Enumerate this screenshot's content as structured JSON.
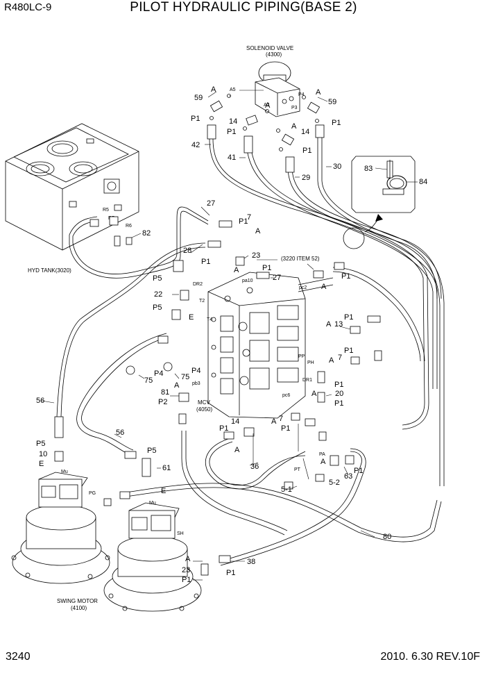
{
  "header": {
    "model": "R480LC-9",
    "title": "PILOT HYDRAULIC PIPING(BASE 2)"
  },
  "footer": {
    "page_number": "3240",
    "revision": "2010. 6.30  REV.10F"
  },
  "components": {
    "solenoid_valve_name": "SOLENOID VALVE",
    "solenoid_valve_no": "(4300)",
    "hyd_tank": "HYD TANK(3020)",
    "mcv_name": "MCV",
    "mcv_no": "(4050)",
    "swing_motor_name": "SWING MOTOR",
    "swing_motor_no": "(4100)",
    "item_ref": "(3220 ITEM 52)"
  },
  "callouts": {
    "n59a": "59",
    "n59b": "59",
    "n41": "41",
    "n42": "42",
    "n14a": "14",
    "n14b": "14",
    "n29": "29",
    "n30": "30",
    "n27a": "27",
    "n27b": "27",
    "n7a": "7",
    "n7b": "7",
    "n7c": "7",
    "n82": "82",
    "n28": "28",
    "n23a": "23",
    "n23b": "23",
    "n22": "22",
    "n13": "13",
    "n75a": "75",
    "n75b": "75",
    "n81": "81",
    "n20": "20",
    "n56a": "56",
    "n56b": "56",
    "n10": "10",
    "n61": "61",
    "n36": "36",
    "n63": "63",
    "n5_1": "5-1",
    "n5_2": "5-2",
    "n80": "80",
    "n38": "38",
    "n83": "83",
    "n84": "84"
  },
  "letters": {
    "P1": "P1",
    "P2": "P2",
    "P4": "P4",
    "P5": "P5",
    "A": "A",
    "E": "E"
  },
  "ports": {
    "A5": "A5",
    "A2": "A2",
    "P3": "P3",
    "P4": "P4",
    "R5": "R5",
    "R6": "R6",
    "R7": "R7",
    "DR2": "DR2",
    "T2": "T2",
    "T4": "T4",
    "pa10": "pa10",
    "pc2": "pc2",
    "pb3": "pb3",
    "PP": "PP",
    "PH": "PH",
    "DR1": "DR1",
    "pc6": "pc6",
    "PA": "PA",
    "PT": "PT",
    "Mu": "Mu",
    "PG": "PG",
    "SH": "SH"
  }
}
